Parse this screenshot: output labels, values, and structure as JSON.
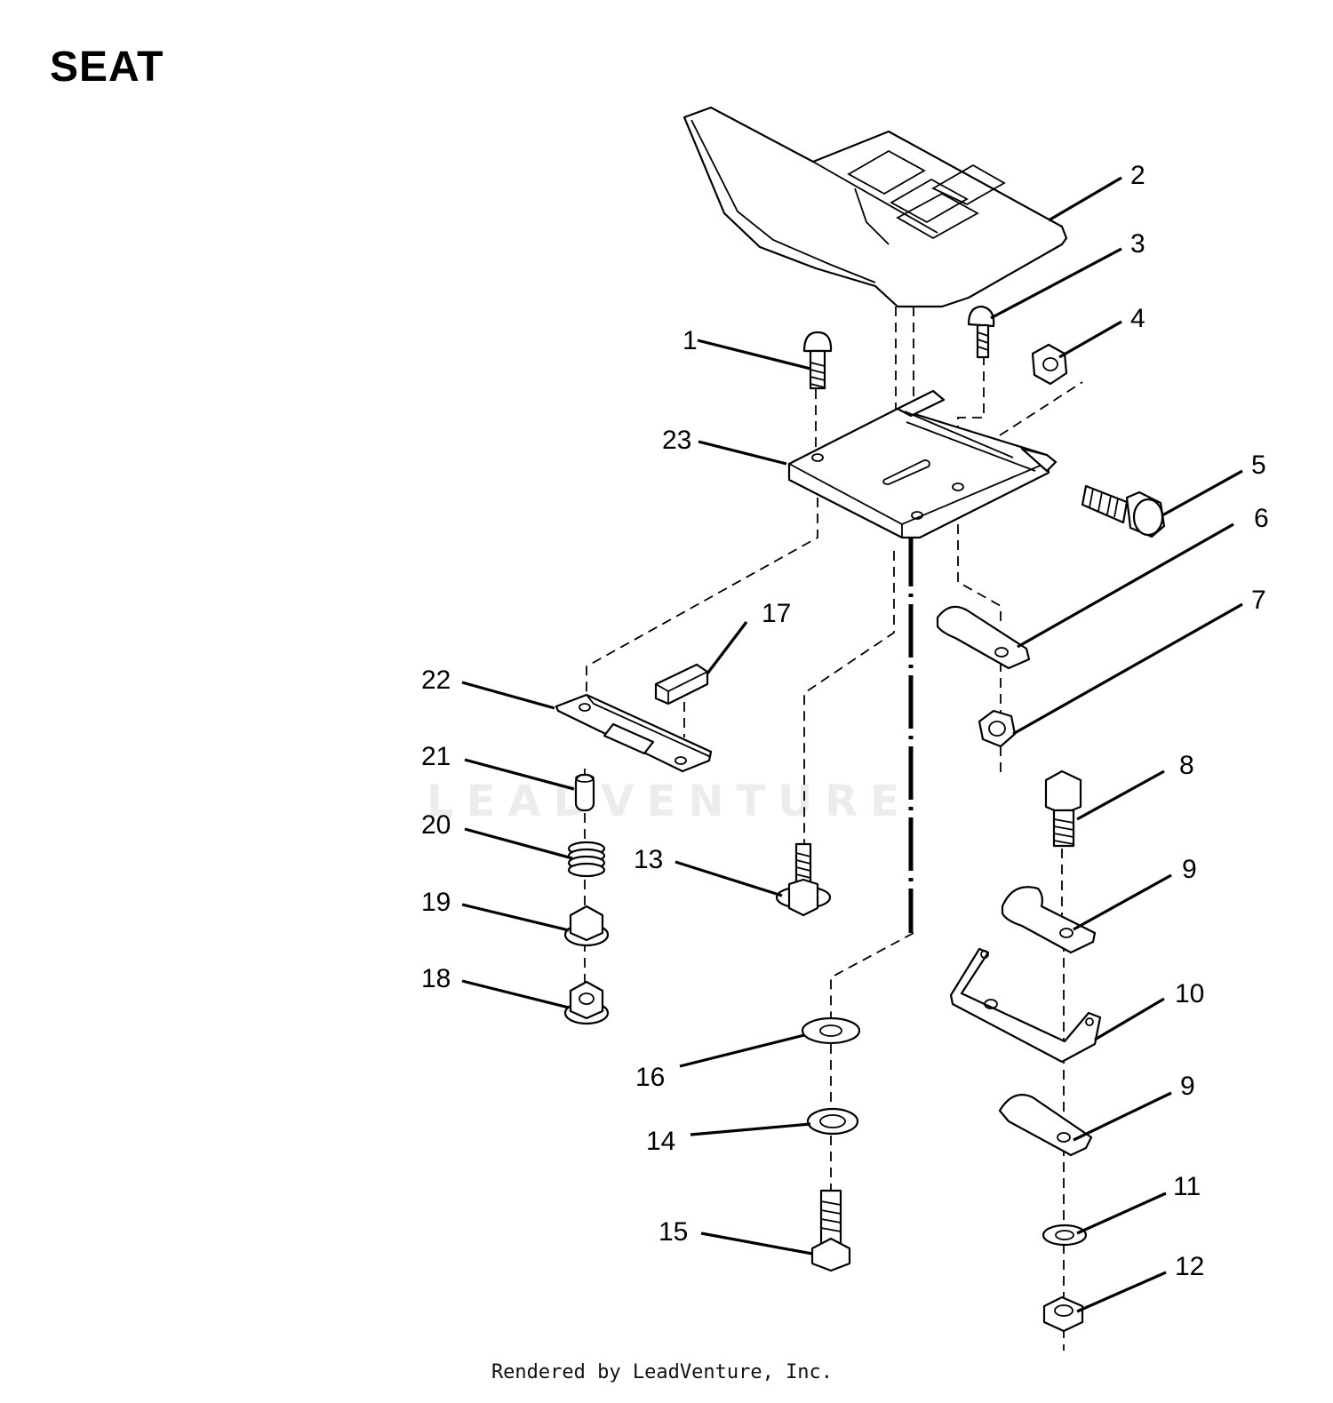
{
  "title": "SEAT",
  "watermark": "LEADVENTURE",
  "footer": "Rendered by LeadVenture, Inc.",
  "callouts": [
    "1",
    "2",
    "3",
    "4",
    "5",
    "6",
    "7",
    "8",
    "9",
    "9",
    "10",
    "11",
    "12",
    "13",
    "14",
    "15",
    "16",
    "17",
    "18",
    "19",
    "20",
    "21",
    "22",
    "23"
  ]
}
